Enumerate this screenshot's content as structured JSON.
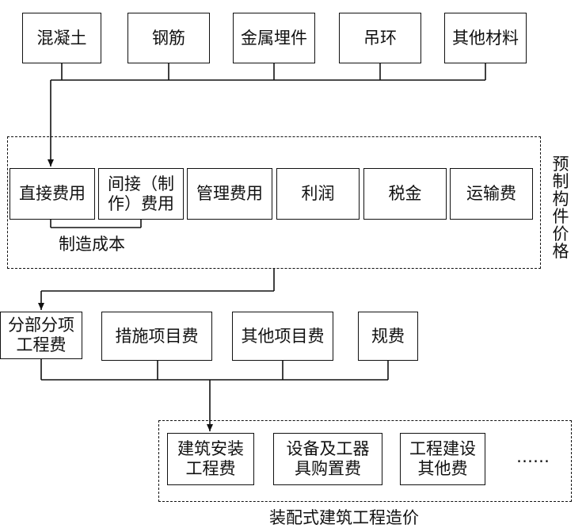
{
  "materials": {
    "concrete": "混凝土",
    "rebar": "钢筋",
    "metal_embed": "金属埋件",
    "lifting_ring": "吊环",
    "other_materials": "其他材料"
  },
  "prefab_price": {
    "group_label": "预制构件价格",
    "direct_cost": "直接费用",
    "indirect_cost_line1": "间接（制",
    "indirect_cost_line2": "作）费用",
    "management_fee": "管理费用",
    "profit": "利润",
    "tax": "税金",
    "transport_fee": "运输费",
    "manufacturing_cost": "制造成本"
  },
  "cost_items": {
    "subitem_line1": "分部分项",
    "subitem_line2": "工程费",
    "measures_fee": "措施项目费",
    "other_items_fee": "其他项目费",
    "regulatory_fee": "规费"
  },
  "final": {
    "group_label": "装配式建筑工程造价",
    "install_line1": "建筑安装",
    "install_line2": "工程费",
    "equipment_line1": "设备及工器",
    "equipment_line2": "具购置费",
    "other_line1": "工程建设",
    "other_line2": "其他费",
    "ellipsis": "……"
  }
}
